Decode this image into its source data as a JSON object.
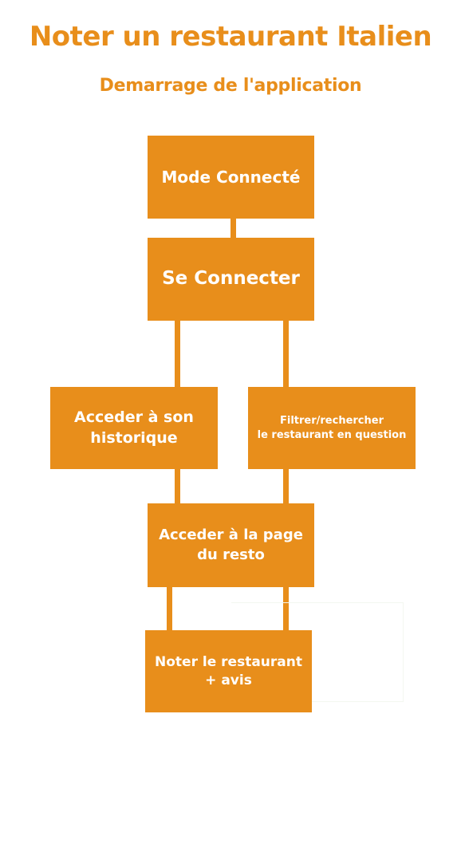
{
  "header": {
    "title": "Noter un restaurant Italien",
    "subtitle": "Demarrage de l'application"
  },
  "nodes": {
    "mode_connecte": "Mode Connecté",
    "se_connecter": "Se Connecter",
    "historique_line1": "Acceder à son",
    "historique_line2": "historique",
    "filtrer_line1": "Filtrer/rechercher",
    "filtrer_line2": "le restaurant en question",
    "page_resto_line1": "Acceder à la page",
    "page_resto_line2": "du resto",
    "noter_line1": "Noter le restaurant",
    "noter_line2": "+ avis"
  },
  "colors": {
    "accent": "#e88e1b",
    "text_on_accent": "#ffffff",
    "background": "#ffffff"
  }
}
